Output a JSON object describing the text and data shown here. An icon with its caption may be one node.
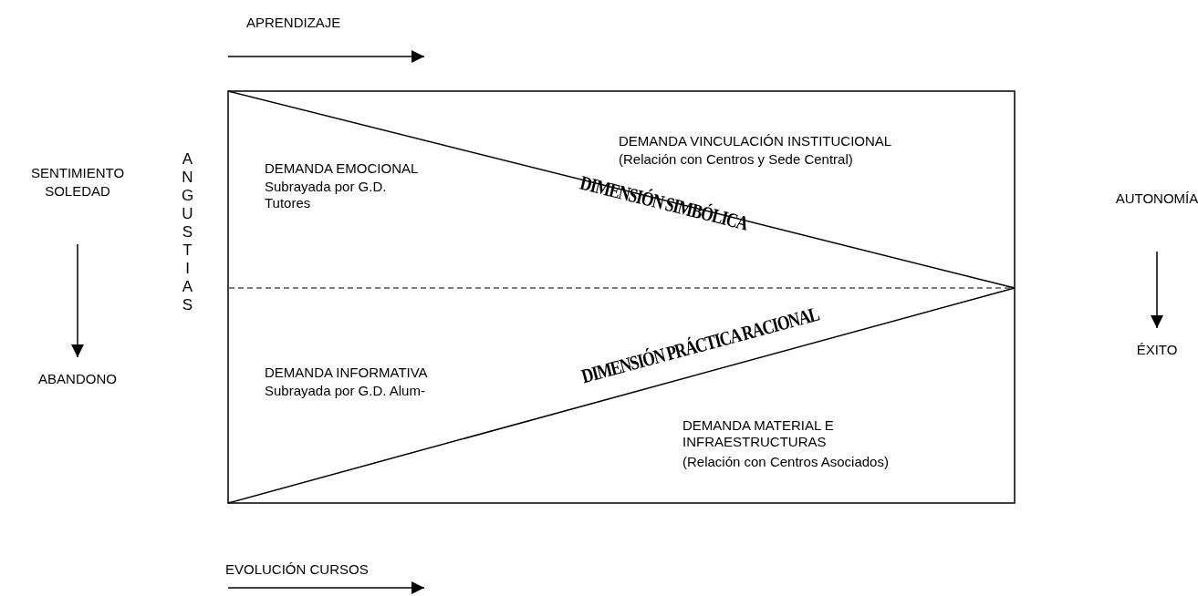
{
  "diagram": {
    "nodes": [
      {
        "text": [
          "SENTIMIENTO SOLEDAD"
        ]
      },
      {
        "text": [
          "ABANDONO"
        ]
      },
      {
        "text": [
          "AUTONOMÍA"
        ]
      },
      {
        "text": [
          "ÉXITO"
        ]
      }
    ],
    "edges": [
      {
        "from": 0,
        "to": 1,
        "arrow": "to"
      },
      {
        "from": 2,
        "to": 3,
        "arrow": "to"
      }
    ],
    "labels": [
      "APRENDIZAJE",
      "ANGUSTIAS",
      "DEMANDA VINCULACIÓN INSTITUCIONAL",
      "(Relación con Centros y Sede Central)",
      "DEMANDA EMOCIONAL",
      "Subrayada por G.D. Tutores",
      "DIMENSIÓN SIMBÓLICA",
      "DIMENSIÓN PRÁCTICA RACIONAL",
      "DEMANDA INFORMATIVA",
      "Subrayada por G.D. Alum-",
      "DEMANDA MATERIAL E INFRAESTRUCTURAS",
      "(Relación con Centros Asociados)",
      "EVOLUCIÓN CURSOS"
    ]
  }
}
